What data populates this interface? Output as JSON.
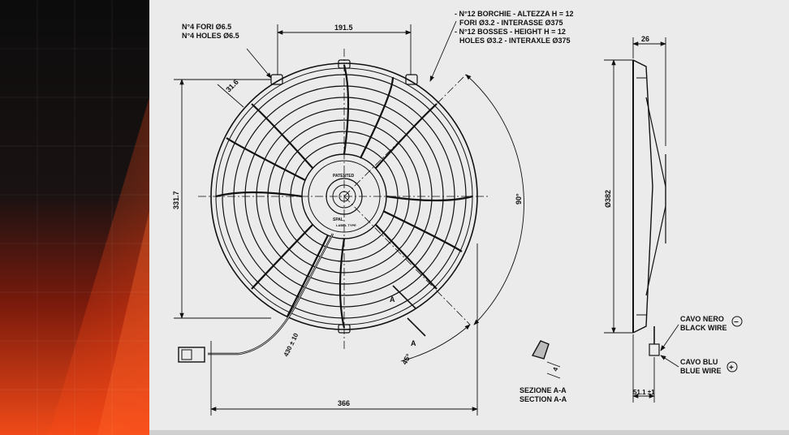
{
  "drawing": {
    "holes_note": [
      "N°4 FORI Ø6.5",
      "N°4 HOLES Ø6.5"
    ],
    "bosses_note": [
      "- N°12 BORCHIE - ALTEZZA H = 12",
      "FORI Ø3.2 - INTERASSE Ø375",
      "- N°12 BOSSES - HEIGHT H = 12",
      "HOLES Ø3.2 - INTERAXLE Ø375"
    ],
    "dim_top": "191.5",
    "dim_hole_offset": "31.6",
    "dim_vertical": "331.7",
    "dim_bottom": "366",
    "dim_angle_90": "90°",
    "dim_angle_45": "45°",
    "dim_cable": "430 ± 10",
    "hub_label_top": "PATENTED",
    "hub_label_1": "SPAL",
    "hub_label_2": "LABEL TYPE",
    "section_marker": "A",
    "section_note": [
      "SEZIONE A-A",
      "SECTION A-A"
    ],
    "section_dim": "4",
    "side_diameter": "Ø382",
    "side_depth": "26",
    "side_offset": "51.1 ±1",
    "black_wire": [
      "CAVO NERO",
      "BLACK WIRE"
    ],
    "blue_wire": [
      "CAVO BLU",
      "BLUE WIRE"
    ],
    "minus_symbol": "−",
    "plus_symbol": "+"
  }
}
